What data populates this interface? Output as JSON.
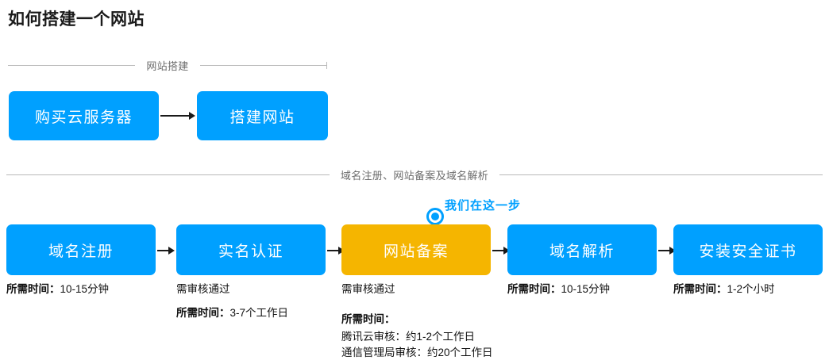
{
  "page": {
    "title": "如何搭建一个网站"
  },
  "sections": [
    {
      "id": "site-build",
      "caption": "网站搭建"
    },
    {
      "id": "domain-icp",
      "caption": "域名注册、网站备案及域名解析"
    }
  ],
  "flow_top": {
    "steps": [
      {
        "label": "购买云服务器",
        "color": "#00a0ff",
        "state": "normal"
      },
      {
        "label": "搭建网站",
        "color": "#00a0ff",
        "state": "normal"
      }
    ]
  },
  "flow_bottom": {
    "steps": [
      {
        "label": "域名注册",
        "color": "#00a0ff",
        "state": "normal",
        "captions": [
          {
            "label": "所需时间：",
            "value": "10-15分钟"
          }
        ]
      },
      {
        "label": "实名认证",
        "color": "#00a0ff",
        "state": "normal",
        "captions": [
          {
            "label": "",
            "value": "需审核通过"
          },
          {
            "label": "所需时间：",
            "value": "3-7个工作日"
          }
        ]
      },
      {
        "label": "网站备案",
        "color": "#f5b500",
        "state": "current",
        "captions": [
          {
            "label": "",
            "value": "需审核通过"
          },
          {
            "label": "所需时间：",
            "value": ""
          },
          {
            "label": "",
            "value": "腾讯云审核：约1-2个工作日"
          },
          {
            "label": "",
            "value": "通信管理局审核：约20个工作日"
          }
        ]
      },
      {
        "label": "域名解析",
        "color": "#00a0ff",
        "state": "normal",
        "captions": [
          {
            "label": "所需时间：",
            "value": "10-15分钟"
          }
        ]
      },
      {
        "label": "安装安全证书",
        "color": "#00a0ff",
        "state": "normal",
        "captions": [
          {
            "label": "所需时间：",
            "value": "1-2个小时"
          }
        ]
      }
    ]
  },
  "current_step_marker": {
    "label": "我们在这一步",
    "accent_color": "#00a0ff",
    "icon": "target-circle-icon"
  },
  "colors": {
    "blue": "#00a0ff",
    "orange": "#f5b500",
    "rule": "#b9b9b9",
    "section_caption": "#6b6b6b",
    "text": "#111111",
    "background": "#ffffff"
  }
}
